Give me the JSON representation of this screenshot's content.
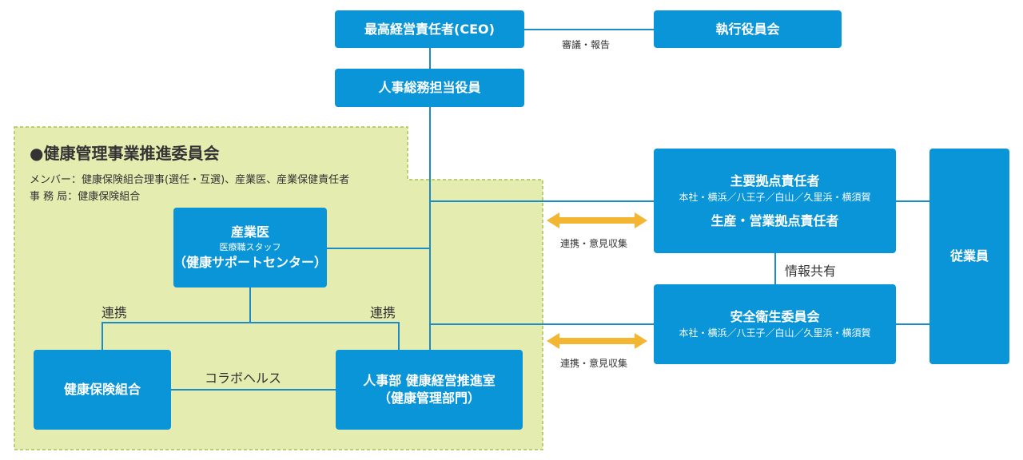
{
  "ceo": "最高経営責任者(CEO)",
  "exec_board": "執行役員会",
  "deliberation": "審議・報告",
  "hr_officer": "人事総務担当役員",
  "committee": {
    "title": "●健康管理事業推進委員会",
    "members": "メンバー：健康保険組合理事(選任・互選)、産業医、産業保健責任者",
    "office": "事 務 局：健康保険組合"
  },
  "doctor": {
    "title": "産業医",
    "sub": "医療職スタッフ",
    "center": "（健康サポートセンター）"
  },
  "renkei_left": "連携",
  "renkei_right": "連携",
  "insurance": "健康保険組合",
  "collab": "コラボヘルス",
  "hr_dept": {
    "line1": "人事部 健康経営推進室",
    "line2": "（健康管理部門）"
  },
  "base_managers": {
    "title": "主要拠点責任者",
    "sites": "本社・横浜／八王子／白山／久里浜・横須賀",
    "title2": "生産・営業拠点責任者"
  },
  "info_share": "情報共有",
  "safety": {
    "title": "安全衛生委員会",
    "sites": "本社・横浜／八王子／白山／久里浜・横須賀"
  },
  "employees": "従業員",
  "arrow_label_1": "連携・意見収集",
  "arrow_label_2": "連携・意見収集",
  "colors": {
    "box": "#0a95d8",
    "zone_fill": "#e4ecb0",
    "zone_border": "#a6c34a",
    "arrow": "#f2b632",
    "line": "#1f8bc6"
  }
}
